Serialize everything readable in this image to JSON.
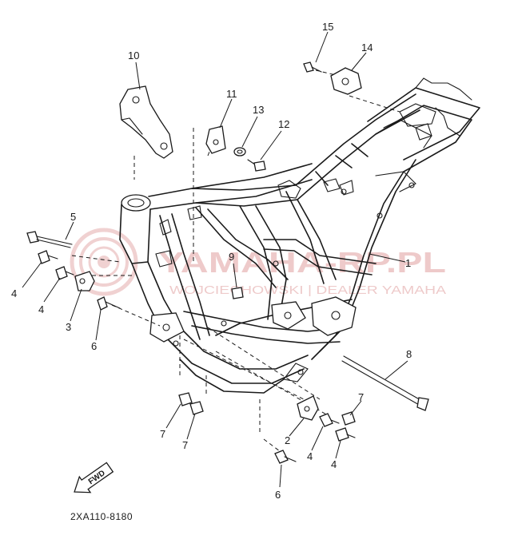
{
  "watermark": {
    "brand": "YAMAHA-RP.PL",
    "tagline": "WOJCIECHOWSKI | DEALER YAMAHA",
    "color": "#e9b9b9"
  },
  "callouts": [
    {
      "id": "c1",
      "label": "1"
    },
    {
      "id": "c2",
      "label": "2"
    },
    {
      "id": "c3",
      "label": "3"
    },
    {
      "id": "c4a",
      "label": "4"
    },
    {
      "id": "c4b",
      "label": "4"
    },
    {
      "id": "c4c",
      "label": "4"
    },
    {
      "id": "c4d",
      "label": "4"
    },
    {
      "id": "c5",
      "label": "5"
    },
    {
      "id": "c6a",
      "label": "6"
    },
    {
      "id": "c6b",
      "label": "6"
    },
    {
      "id": "c7a",
      "label": "7"
    },
    {
      "id": "c7b",
      "label": "7"
    },
    {
      "id": "c7c",
      "label": "7"
    },
    {
      "id": "c8",
      "label": "8"
    },
    {
      "id": "c9",
      "label": "9"
    },
    {
      "id": "c10",
      "label": "10"
    },
    {
      "id": "c11",
      "label": "11"
    },
    {
      "id": "c12",
      "label": "12"
    },
    {
      "id": "c13",
      "label": "13"
    },
    {
      "id": "c14",
      "label": "14"
    },
    {
      "id": "c15",
      "label": "15"
    }
  ],
  "forward_arrow": {
    "label": "FWD"
  },
  "diagram_code": "2XA110-8180"
}
